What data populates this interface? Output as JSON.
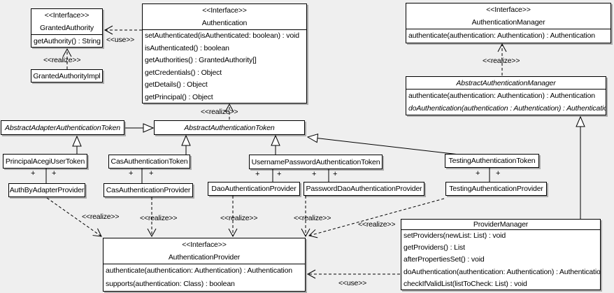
{
  "labels": {
    "realize": "<<realize>>",
    "use": "<<use>>",
    "plus": "+"
  },
  "classes": {
    "granted_authority": {
      "stereotype": "<<Interface>>",
      "name": "GrantedAuthority",
      "methods": [
        "getAuthority() : String"
      ]
    },
    "granted_authority_impl": {
      "name": "GrantedAuthorityImpl"
    },
    "authentication": {
      "stereotype": "<<Interface>>",
      "name": "Authentication",
      "methods": [
        "setAuthenticated(isAuthenticated: boolean) : void",
        "isAuthenticated() : boolean",
        "getAuthorities() : GrantedAuthority[]",
        "getCredentials() : Object",
        "getDetails() : Object",
        "getPrincipal() : Object"
      ]
    },
    "authentication_manager": {
      "stereotype": "<<Interface>>",
      "name": "AuthenticationManager",
      "methods": [
        "authenticate(authentication: Authentication) : Authentication"
      ]
    },
    "abstract_authentication_manager": {
      "name": "AbstractAuthenticationManager",
      "methods": [
        "authenticate(authentication: Authentication) : Authentication",
        "doAuthentication(authentication : Authentication) : Authentication"
      ]
    },
    "abstract_adapter_authentication_token": {
      "name": "AbstractAdapterAuthenticationToken"
    },
    "abstract_authentication_token": {
      "name": "AbstractAuthenticationToken"
    },
    "principal_acegi_user_token": {
      "name": "PrincipalAcegiUserToken"
    },
    "cas_authentication_token": {
      "name": "CasAuthenticationToken"
    },
    "username_password_authentication_token": {
      "name": "UsernamePasswordAuthenticationToken"
    },
    "testing_authentication_token": {
      "name": "TestingAuthenticationToken"
    },
    "auth_by_adapter_provider": {
      "name": "AuthByAdapterProvider"
    },
    "cas_authentication_provider": {
      "name": "CasAuthenticationProvider"
    },
    "dao_authentication_provider": {
      "name": "DaoAuthenticationProvider"
    },
    "password_dao_authentication_provider": {
      "name": "PasswordDaoAuthenticationProvider"
    },
    "testing_authentication_provider": {
      "name": "TestingAuthenticationProvider"
    },
    "authentication_provider": {
      "stereotype": "<<Interface>>",
      "name": "AuthenticationProvider",
      "methods": [
        "authenticate(authentication: Authentication) : Authentication",
        "supports(authentication: Class) : boolean"
      ]
    },
    "provider_manager": {
      "name": "ProviderManager",
      "methods": [
        "setProviders(newList: List) : void",
        "getProviders() : List",
        "afterPropertiesSet() : void",
        "doAuthentication(authentication: Authentication) : Authentication",
        "checkIfValidList(listToCheck: List) : void"
      ]
    }
  }
}
